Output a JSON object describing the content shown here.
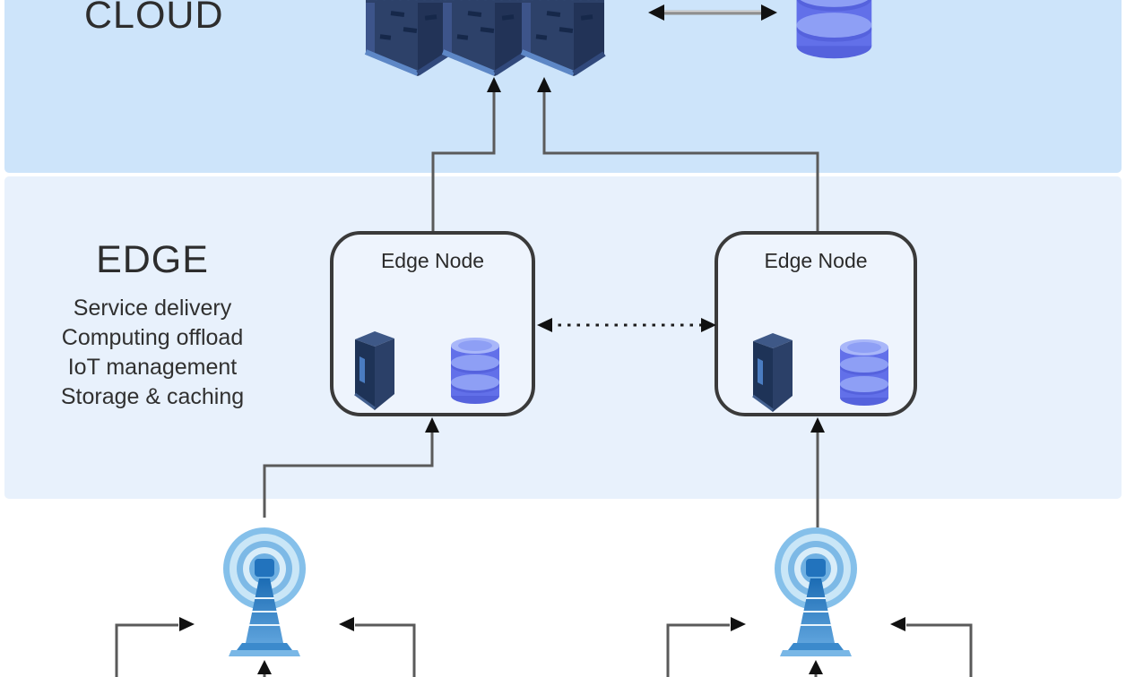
{
  "diagram": {
    "cloud": {
      "label": "CLOUD",
      "icons": [
        "server-stack-icon",
        "server-stack-icon",
        "server-stack-icon",
        "database-icon"
      ],
      "band_color": "#cde4fa",
      "server_database_link": "bidirectional-arrow"
    },
    "edge": {
      "label": "EDGE",
      "services": [
        "Service delivery",
        "Computing offload",
        "IoT management",
        "Storage & caching"
      ],
      "band_color": "#e8f1fc",
      "nodes": [
        {
          "label": "Edge Node",
          "icons": [
            "server-icon",
            "database-icon"
          ]
        },
        {
          "label": "Edge Node",
          "icons": [
            "server-icon",
            "database-icon"
          ]
        }
      ],
      "node_link": "dashed-bidirectional-arrow"
    },
    "access_layer": {
      "icons": [
        "antenna-icon",
        "antenna-icon"
      ],
      "incoming_arrows_per_antenna": 3
    },
    "colors": {
      "cloud_band": "#cde4fa",
      "edge_band": "#e8f1fc",
      "node_fill": "#eef4fd",
      "node_border": "#3a3a3a",
      "server_navy": "#2d4169",
      "server_side": "#223357",
      "database_blue": "#6270e9",
      "database_light": "#a2b1f8",
      "antenna_blue": "#2273bd",
      "antenna_halo": "#8cc5ec",
      "connector_gray": "#5a5a5a",
      "arrowhead_black": "#111111",
      "text_dark": "#2d2d2d"
    }
  }
}
